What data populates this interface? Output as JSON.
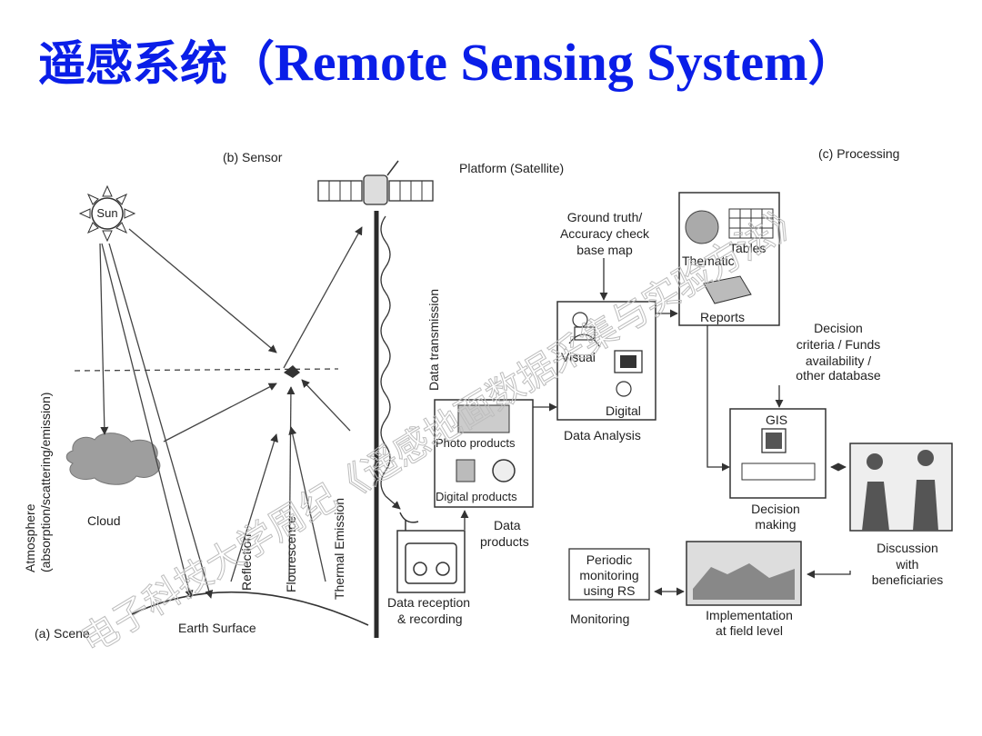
{
  "title": {
    "chinese": "遥感系统",
    "open_paren": "（",
    "english": "Remote Sensing System",
    "close_paren": "）"
  },
  "diagram": {
    "section_a": "(a) Scene",
    "section_b": "(b) Sensor",
    "section_c": "(c) Processing",
    "sun": "Sun",
    "cloud": "Cloud",
    "atmosphere": "Atmosphere",
    "atmosphere_sub": "(absorption/scattering/emission)",
    "earth_surface": "Earth Surface",
    "reflection": "Reflection",
    "flourescence": "Flourescence",
    "thermal_emission": "Thermal Emission",
    "platform": "Platform (Satellite)",
    "data_transmission": "Data transmission",
    "data_reception": [
      "Data reception",
      "& recording"
    ],
    "data_products": [
      "Data",
      "products"
    ],
    "photo_products": "Photo products",
    "digital_products": "Digital products",
    "ground_truth": [
      "Ground truth/",
      "Accuracy check",
      "base map"
    ],
    "visual": "Visual",
    "digital": "Digital",
    "data_analysis": "Data Analysis",
    "tables": "Tables",
    "thematic": "Thematic",
    "reports": "Reports",
    "decision_criteria": [
      "Decision",
      "criteria / Funds",
      "availability /",
      "other database"
    ],
    "gis": "GIS",
    "decision_making": [
      "Decision",
      "making"
    ],
    "discussion": [
      "Discussion",
      "with",
      "beneficiaries"
    ],
    "periodic_monitoring": [
      "Periodic",
      "monitoring",
      "using RS"
    ],
    "monitoring": "Monitoring",
    "implementation": [
      "Implementation",
      "at field level"
    ]
  },
  "watermark": "电子科技大学周纪《遥感地面数据采集与实验方法》"
}
